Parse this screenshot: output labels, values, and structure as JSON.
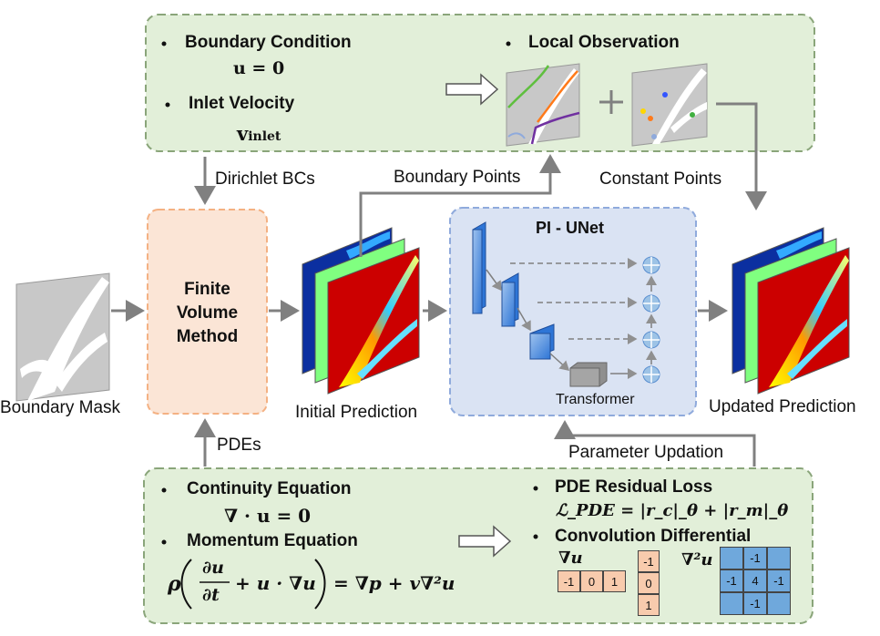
{
  "top_panel": {
    "boundary_condition": "Boundary Condition",
    "boundary_eq": "u = 0",
    "inlet_velocity": "Inlet Velocity",
    "inlet_symbol": "v",
    "inlet_subscript": "inlet",
    "local_observation": "Local Observation"
  },
  "arrows": {
    "dirichlet": "Dirichlet BCs",
    "boundary_points": "Boundary Points",
    "constant_points": "Constant Points",
    "pdes": "PDEs",
    "parameter_updation": "Parameter Updation"
  },
  "middle": {
    "boundary_mask": "Boundary Mask",
    "fvm_line1": "Finite",
    "fvm_line2": "Volume",
    "fvm_line3": "Method",
    "initial_prediction": "Initial Prediction",
    "piunet_title": "PI - UNet",
    "transformer": "Transformer",
    "updated_prediction": "Updated Prediction"
  },
  "bottom_panel": {
    "continuity": "Continuity Equation",
    "continuity_eq": "∇ · u = 0",
    "momentum": "Momentum Equation",
    "momentum_eq_left": "ρ",
    "momentum_eq_right": "= ∇p + v∇²u",
    "pde_loss": "PDE Residual Loss",
    "pde_loss_eq": "ℒ_PDE = |r_c|_θ + |r_m|_θ",
    "conv_diff": "Convolution Differential",
    "grad_label": "∇u",
    "lap_label": "∇²u",
    "h_kernel": [
      "-1",
      "0",
      "1"
    ],
    "v_kernel": [
      "-1",
      "0",
      "1"
    ],
    "lap_kernel": [
      "",
      "-1",
      "",
      "-1",
      "4",
      "-1",
      "",
      "-1",
      ""
    ]
  },
  "colors": {
    "panel_green": "#e2efd9",
    "panel_border": "#8aa57a",
    "fvm_fill": "#fbe5d6",
    "fvm_border": "#f4b183",
    "unet_fill": "#dae3f3",
    "unet_border": "#8faadc",
    "arrow": "#808080"
  }
}
